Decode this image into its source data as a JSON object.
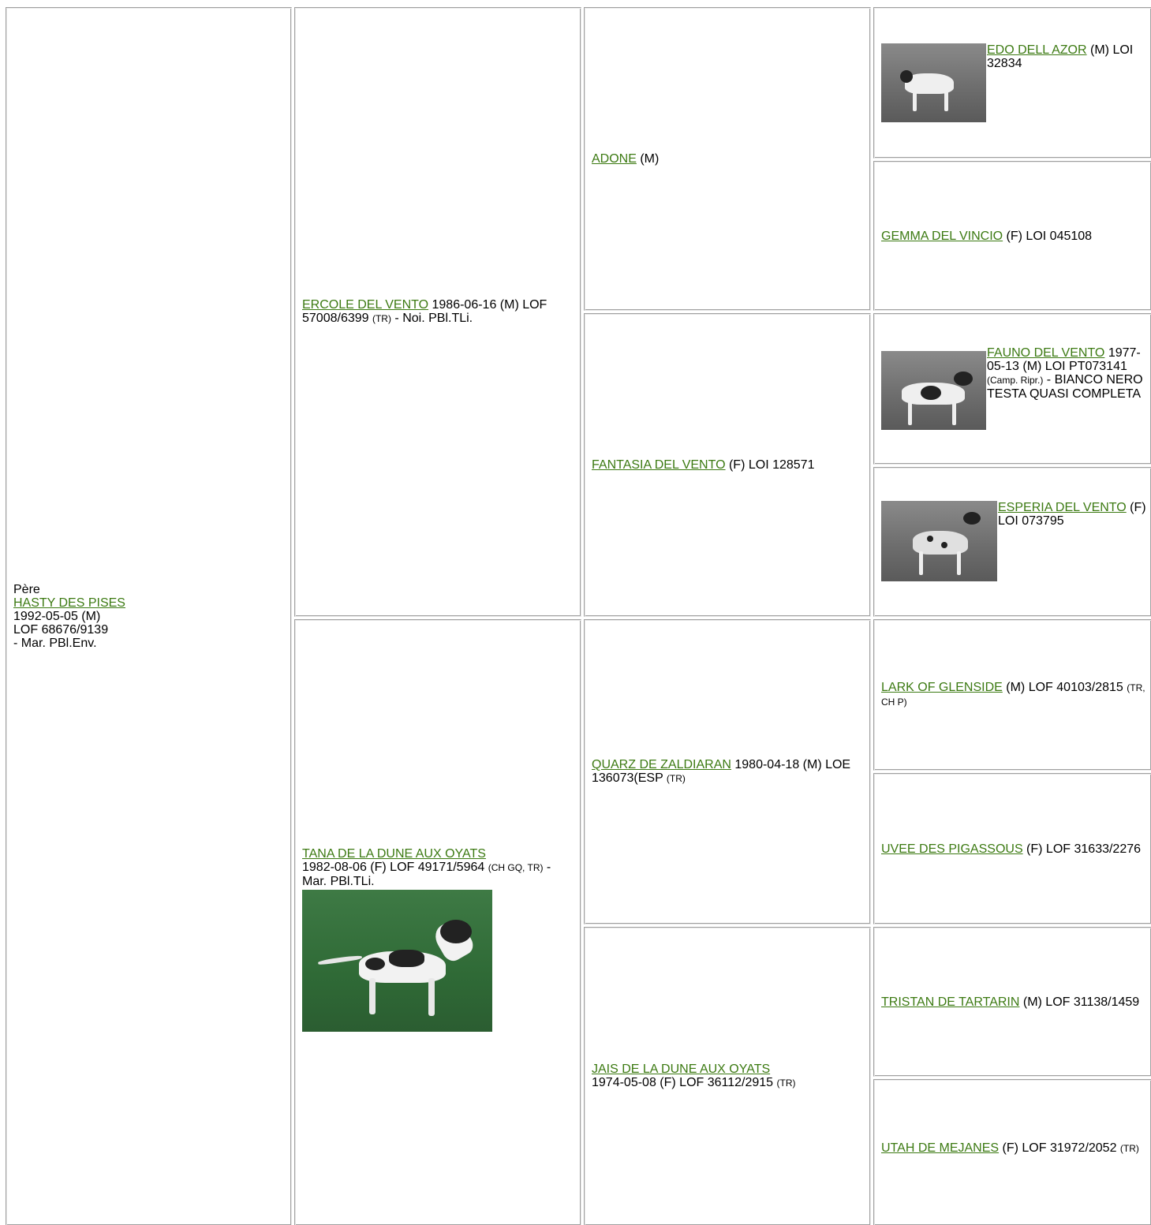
{
  "gen1": {
    "role": "Père",
    "name": "HASTY DES PISES",
    "info1": "1992-05-05 (M)",
    "info2": "LOF 68676/9139",
    "info3": "- Mar. PBl.Env."
  },
  "gen2": {
    "a": {
      "name": "ERCOLE DEL VENTO",
      "info": " 1986-06-16 (M) LOF 57008/6399 ",
      "small": "(TR)",
      "info2": " - Noi. PBl.TLi."
    },
    "b": {
      "name": "TANA DE LA DUNE AUX OYATS",
      "info": "1982-08-06 (F) LOF 49171/5964 ",
      "small": "(CH GQ, TR)",
      "info2": " - Mar. PBl.TLi.",
      "photo_icon": "dog-photo"
    }
  },
  "gen3": {
    "a": {
      "name": "ADONE",
      "info": " (M)"
    },
    "b": {
      "name": "FANTASIA DEL VENTO",
      "info": " (F) LOI 128571"
    },
    "c": {
      "name": "QUARZ DE ZALDIARAN",
      "info": " 1980-04-18 (M) LOE 136073(ESP ",
      "small": "(TR)"
    },
    "d": {
      "name": "JAIS DE LA DUNE AUX OYATS",
      "info": "1974-05-08 (F) LOF 36112/2915 ",
      "small": "(TR)"
    }
  },
  "gen4": {
    "a": {
      "name": "EDO DELL AZOR",
      "info": " (M) LOI 32834",
      "photo_icon": "dog-photo"
    },
    "b": {
      "name": "GEMMA DEL VINCIO",
      "info": " (F) LOI 045108"
    },
    "c": {
      "name": "FAUNO DEL VENTO",
      "info": " 1977-05-13 (M) LOI PT073141 ",
      "small": "(Camp. Ripr.)",
      "info2": " - BIANCO NERO TESTA QUASI COMPLETA",
      "photo_icon": "dog-photo"
    },
    "d": {
      "name": "ESPERIA DEL VENTO",
      "info": " (F) LOI 073795",
      "photo_icon": "dog-photo"
    },
    "e": {
      "name": "LARK OF GLENSIDE",
      "info": " (M) LOF 40103/2815 ",
      "small": "(TR, CH P)"
    },
    "f": {
      "name": "UVEE DES PIGASSOUS",
      "info": " (F) LOF 31633/2276"
    },
    "g": {
      "name": "TRISTAN DE TARTARIN",
      "info": " (M) LOF 31138/1459"
    },
    "h": {
      "name": "UTAH DE MEJANES",
      "info": " (F) LOF 31972/2052 ",
      "small": "(TR)"
    }
  },
  "colors": {
    "link": "#3c7a12",
    "border_dark": "#a0a0a0",
    "border_light": "#e8e8e8"
  }
}
